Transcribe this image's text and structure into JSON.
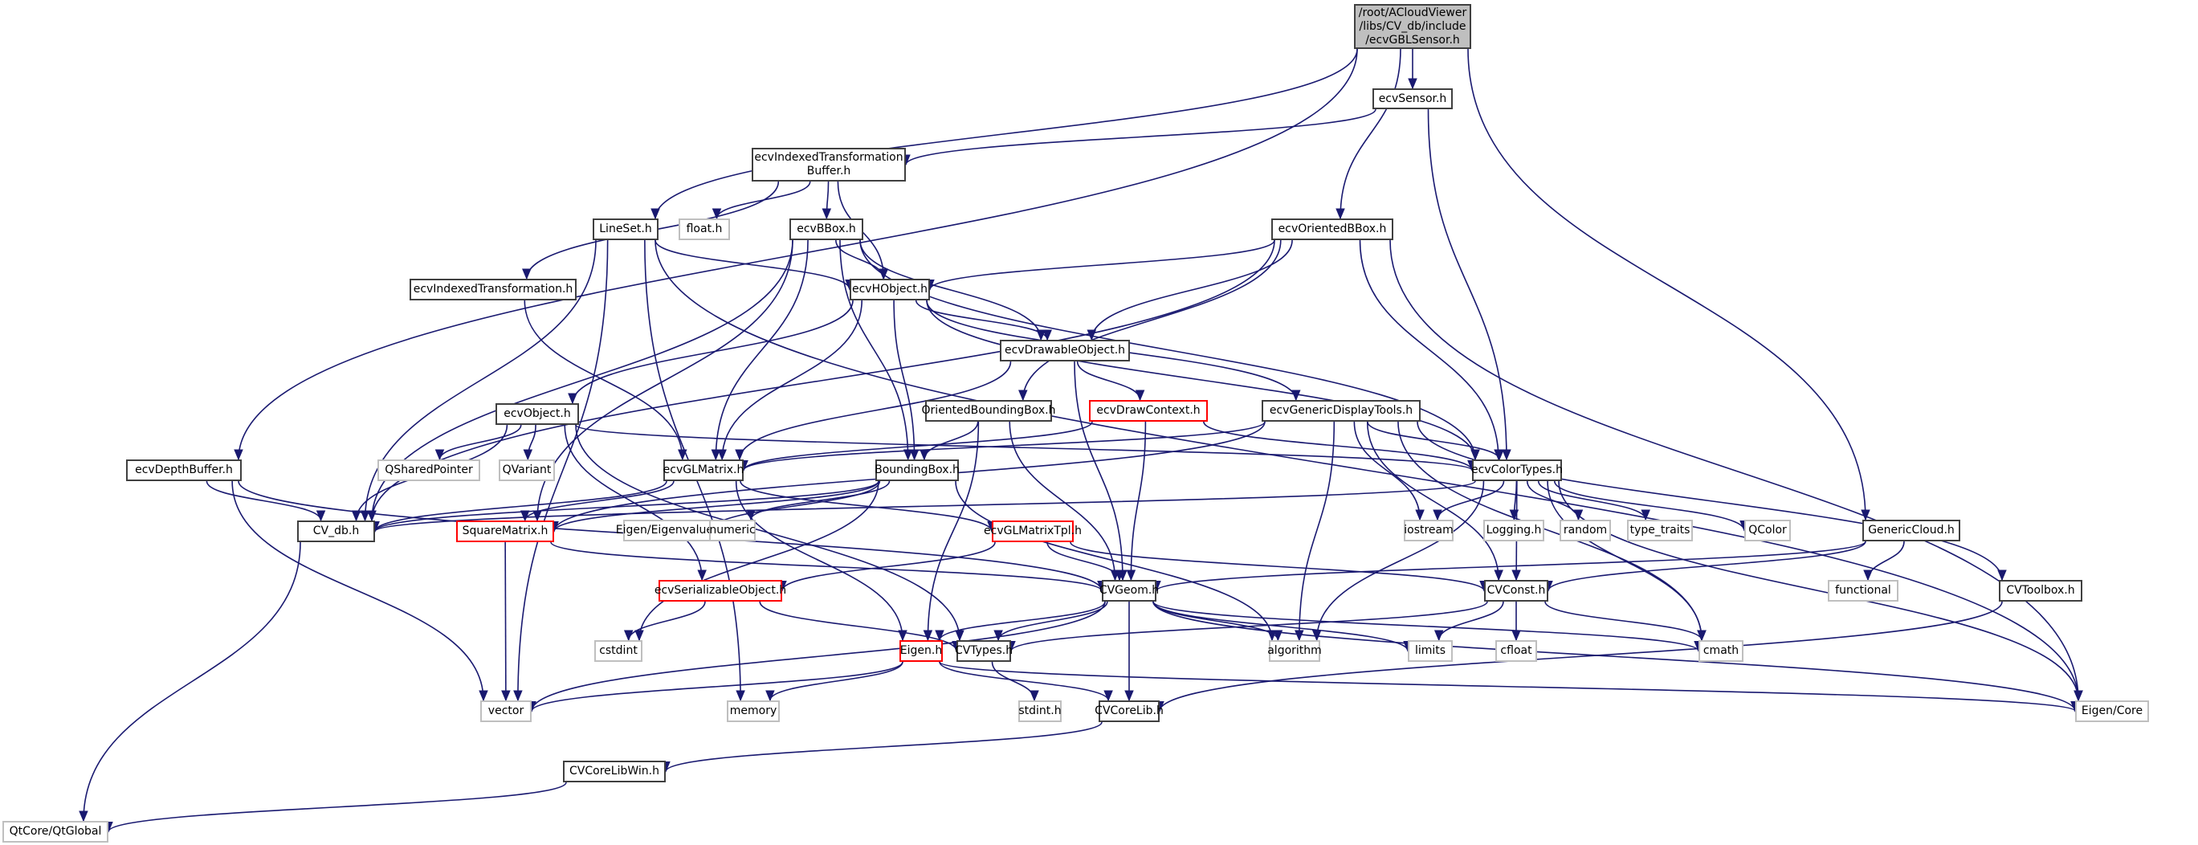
{
  "diagram": {
    "title": "/root/ACloudViewer/libs/CV_db/include/ecvGBLSensor.h include dependency graph",
    "colors": {
      "edge": "#191970",
      "root_fill": "#bfbfbf",
      "documented_border": "#404040",
      "system_border": "#bfbfbf",
      "truncated_border": "#ff0000"
    },
    "nodes": [
      {
        "id": "root",
        "label": "/root/ACloudViewer\n/libs/CV_db/include\n/ecvGBLSensor.h",
        "kind": "root"
      },
      {
        "id": "ecvSensor",
        "label": "ecvSensor.h",
        "kind": "doc"
      },
      {
        "id": "ecvITB",
        "label": "ecvIndexedTransformation\nBuffer.h",
        "kind": "doc"
      },
      {
        "id": "LineSet",
        "label": "LineSet.h",
        "kind": "doc"
      },
      {
        "id": "float",
        "label": "float.h",
        "kind": "sys"
      },
      {
        "id": "ecvBBox",
        "label": "ecvBBox.h",
        "kind": "doc"
      },
      {
        "id": "ecvOrientedBBox",
        "label": "ecvOrientedBBox.h",
        "kind": "doc"
      },
      {
        "id": "ecvIT",
        "label": "ecvIndexedTransformation.h",
        "kind": "doc"
      },
      {
        "id": "ecvHObject",
        "label": "ecvHObject.h",
        "kind": "doc"
      },
      {
        "id": "ecvDrawable",
        "label": "ecvDrawableObject.h",
        "kind": "doc"
      },
      {
        "id": "ecvObject",
        "label": "ecvObject.h",
        "kind": "doc"
      },
      {
        "id": "OrientedBB",
        "label": "OrientedBoundingBox.h",
        "kind": "doc"
      },
      {
        "id": "ecvDrawContext",
        "label": "ecvDrawContext.h",
        "kind": "trunc"
      },
      {
        "id": "ecvGDT",
        "label": "ecvGenericDisplayTools.h",
        "kind": "doc"
      },
      {
        "id": "ecvDepthBuffer",
        "label": "ecvDepthBuffer.h",
        "kind": "doc"
      },
      {
        "id": "QSharedPointer",
        "label": "QSharedPointer",
        "kind": "sys"
      },
      {
        "id": "QVariant",
        "label": "QVariant",
        "kind": "sys"
      },
      {
        "id": "ecvGLMatrix",
        "label": "ecvGLMatrix.h",
        "kind": "doc"
      },
      {
        "id": "BoundingBox",
        "label": "BoundingBox.h",
        "kind": "doc"
      },
      {
        "id": "ecvColorTypes",
        "label": "ecvColorTypes.h",
        "kind": "doc"
      },
      {
        "id": "CV_db",
        "label": "CV_db.h",
        "kind": "doc"
      },
      {
        "id": "SquareMatrix",
        "label": "SquareMatrix.h",
        "kind": "trunc"
      },
      {
        "id": "EigenEigenvalues",
        "label": "Eigen/Eigenvalues",
        "kind": "sys"
      },
      {
        "id": "numeric",
        "label": "numeric",
        "kind": "sys"
      },
      {
        "id": "ecvGLMatrixTpl",
        "label": "ecvGLMatrixTpl.h",
        "kind": "trunc"
      },
      {
        "id": "iostream",
        "label": "iostream",
        "kind": "sys"
      },
      {
        "id": "Logging",
        "label": "Logging.h",
        "kind": "sys"
      },
      {
        "id": "random",
        "label": "random",
        "kind": "sys"
      },
      {
        "id": "type_traits",
        "label": "type_traits",
        "kind": "sys"
      },
      {
        "id": "QColor",
        "label": "QColor",
        "kind": "sys"
      },
      {
        "id": "GenericCloud",
        "label": "GenericCloud.h",
        "kind": "doc"
      },
      {
        "id": "ecvSerializable",
        "label": "ecvSerializableObject.h",
        "kind": "trunc"
      },
      {
        "id": "CVGeom",
        "label": "CVGeom.h",
        "kind": "doc"
      },
      {
        "id": "CVConst",
        "label": "CVConst.h",
        "kind": "doc"
      },
      {
        "id": "functional",
        "label": "functional",
        "kind": "sys"
      },
      {
        "id": "CVToolbox",
        "label": "CVToolbox.h",
        "kind": "doc"
      },
      {
        "id": "cstdint",
        "label": "cstdint",
        "kind": "sys"
      },
      {
        "id": "EigenH",
        "label": "Eigen.h",
        "kind": "trunc"
      },
      {
        "id": "CVTypes",
        "label": "CVTypes.h",
        "kind": "doc"
      },
      {
        "id": "algorithm",
        "label": "algorithm",
        "kind": "sys"
      },
      {
        "id": "limits",
        "label": "limits",
        "kind": "sys"
      },
      {
        "id": "cfloat",
        "label": "cfloat",
        "kind": "sys"
      },
      {
        "id": "cmath",
        "label": "cmath",
        "kind": "sys"
      },
      {
        "id": "vector",
        "label": "vector",
        "kind": "sys"
      },
      {
        "id": "memory",
        "label": "memory",
        "kind": "sys"
      },
      {
        "id": "stdint",
        "label": "stdint.h",
        "kind": "sys"
      },
      {
        "id": "CVCoreLib",
        "label": "CVCoreLib.h",
        "kind": "doc"
      },
      {
        "id": "EigenCore",
        "label": "Eigen/Core",
        "kind": "sys"
      },
      {
        "id": "CVCoreLibWin",
        "label": "CVCoreLibWin.h",
        "kind": "doc"
      },
      {
        "id": "QtGlobal",
        "label": "QtCore/QtGlobal",
        "kind": "sys"
      }
    ],
    "edges": [
      [
        "root",
        "ecvSensor"
      ],
      [
        "root",
        "LineSet"
      ],
      [
        "root",
        "ecvOrientedBBox"
      ],
      [
        "root",
        "ecvDepthBuffer"
      ],
      [
        "root",
        "GenericCloud"
      ],
      [
        "ecvSensor",
        "ecvITB"
      ],
      [
        "ecvSensor",
        "ecvColorTypes"
      ],
      [
        "ecvITB",
        "float"
      ],
      [
        "ecvITB",
        "ecvBBox"
      ],
      [
        "ecvITB",
        "ecvHObject"
      ],
      [
        "ecvITB",
        "ecvIT"
      ],
      [
        "LineSet",
        "ecvHObject"
      ],
      [
        "LineSet",
        "CV_db"
      ],
      [
        "LineSet",
        "vector"
      ],
      [
        "LineSet",
        "memory"
      ],
      [
        "LineSet",
        "EigenCore"
      ],
      [
        "ecvBBox",
        "ecvHObject"
      ],
      [
        "ecvBBox",
        "ecvDrawable"
      ],
      [
        "ecvBBox",
        "ecvGLMatrix"
      ],
      [
        "ecvBBox",
        "BoundingBox"
      ],
      [
        "ecvBBox",
        "ecvColorTypes"
      ],
      [
        "ecvBBox",
        "SquareMatrix"
      ],
      [
        "ecvBBox",
        "CV_db"
      ],
      [
        "ecvOrientedBBox",
        "ecvHObject"
      ],
      [
        "ecvOrientedBBox",
        "ecvDrawable"
      ],
      [
        "ecvOrientedBBox",
        "OrientedBB"
      ],
      [
        "ecvOrientedBBox",
        "ecvColorTypes"
      ],
      [
        "ecvOrientedBBox",
        "CV_db"
      ],
      [
        "ecvOrientedBBox",
        "EigenCore"
      ],
      [
        "ecvIT",
        "ecvGLMatrix"
      ],
      [
        "ecvHObject",
        "ecvObject"
      ],
      [
        "ecvHObject",
        "ecvDrawable"
      ],
      [
        "ecvHObject",
        "ecvGDT"
      ],
      [
        "ecvHObject",
        "ecvGLMatrix"
      ],
      [
        "ecvHObject",
        "BoundingBox"
      ],
      [
        "ecvHObject",
        "ecvColorTypes"
      ],
      [
        "ecvDrawable",
        "ecvDrawContext"
      ],
      [
        "ecvDrawable",
        "ecvGLMatrix"
      ],
      [
        "ecvDrawable",
        "CVGeom"
      ],
      [
        "ecvObject",
        "QSharedPointer"
      ],
      [
        "ecvObject",
        "QVariant"
      ],
      [
        "ecvObject",
        "CV_db"
      ],
      [
        "ecvObject",
        "ecvSerializable"
      ],
      [
        "ecvObject",
        "ecvColorTypes"
      ],
      [
        "ecvObject",
        "CVTypes"
      ],
      [
        "OrientedBB",
        "BoundingBox"
      ],
      [
        "OrientedBB",
        "EigenH"
      ],
      [
        "OrientedBB",
        "CVGeom"
      ],
      [
        "ecvDrawContext",
        "ecvGLMatrix"
      ],
      [
        "ecvDrawContext",
        "ecvColorTypes"
      ],
      [
        "ecvDrawContext",
        "CVGeom"
      ],
      [
        "ecvGDT",
        "ecvGLMatrix"
      ],
      [
        "ecvGDT",
        "ecvColorTypes"
      ],
      [
        "ecvGDT",
        "iostream"
      ],
      [
        "ecvGDT",
        "algorithm"
      ],
      [
        "ecvGDT",
        "CVConst"
      ],
      [
        "ecvGDT",
        "CVToolbox"
      ],
      [
        "ecvGDT",
        "cmath"
      ],
      [
        "ecvGDT",
        "SquareMatrix"
      ],
      [
        "ecvDepthBuffer",
        "CV_db"
      ],
      [
        "ecvDepthBuffer",
        "vector"
      ],
      [
        "ecvDepthBuffer",
        "CVGeom"
      ],
      [
        "ecvGLMatrix",
        "ecvGLMatrixTpl"
      ],
      [
        "ecvGLMatrix",
        "SquareMatrix"
      ],
      [
        "ecvGLMatrix",
        "CV_db"
      ],
      [
        "ecvGLMatrix",
        "EigenH"
      ],
      [
        "BoundingBox",
        "EigenEigenvalues"
      ],
      [
        "BoundingBox",
        "numeric"
      ],
      [
        "BoundingBox",
        "SquareMatrix"
      ],
      [
        "BoundingBox",
        "cstdint"
      ],
      [
        "BoundingBox",
        "algorithm"
      ],
      [
        "BoundingBox",
        "CV_db"
      ],
      [
        "ecvColorTypes",
        "iostream"
      ],
      [
        "ecvColorTypes",
        "Logging"
      ],
      [
        "ecvColorTypes",
        "random"
      ],
      [
        "ecvColorTypes",
        "type_traits"
      ],
      [
        "ecvColorTypes",
        "QColor"
      ],
      [
        "ecvColorTypes",
        "CVConst"
      ],
      [
        "ecvColorTypes",
        "algorithm"
      ],
      [
        "ecvColorTypes",
        "cmath"
      ],
      [
        "ecvColorTypes",
        "EigenCore"
      ],
      [
        "ecvColorTypes",
        "CV_db"
      ],
      [
        "CV_db",
        "QtGlobal"
      ],
      [
        "SquareMatrix",
        "CVGeom"
      ],
      [
        "SquareMatrix",
        "vector"
      ],
      [
        "ecvGLMatrixTpl",
        "ecvSerializable"
      ],
      [
        "ecvGLMatrixTpl",
        "CVGeom"
      ],
      [
        "ecvGLMatrixTpl",
        "CVConst"
      ],
      [
        "GenericCloud",
        "CVGeom"
      ],
      [
        "GenericCloud",
        "CVConst"
      ],
      [
        "GenericCloud",
        "functional"
      ],
      [
        "ecvSerializable",
        "cstdint"
      ],
      [
        "ecvSerializable",
        "CVTypes"
      ],
      [
        "CVGeom",
        "EigenH"
      ],
      [
        "CVGeom",
        "CVTypes"
      ],
      [
        "CVGeom",
        "algorithm"
      ],
      [
        "CVGeom",
        "limits"
      ],
      [
        "CVGeom",
        "cmath"
      ],
      [
        "CVGeom",
        "CVCoreLib"
      ],
      [
        "CVGeom",
        "vector"
      ],
      [
        "CVGeom",
        "EigenCore"
      ],
      [
        "CVConst",
        "CVTypes"
      ],
      [
        "CVConst",
        "limits"
      ],
      [
        "CVConst",
        "cfloat"
      ],
      [
        "CVConst",
        "cmath"
      ],
      [
        "CVToolbox",
        "CVCoreLib"
      ],
      [
        "EigenH",
        "vector"
      ],
      [
        "EigenH",
        "memory"
      ],
      [
        "EigenH",
        "CVCoreLib"
      ],
      [
        "EigenH",
        "EigenCore"
      ],
      [
        "CVTypes",
        "stdint"
      ],
      [
        "CVCoreLib",
        "CVCoreLibWin"
      ],
      [
        "CVCoreLibWin",
        "QtGlobal"
      ]
    ]
  }
}
